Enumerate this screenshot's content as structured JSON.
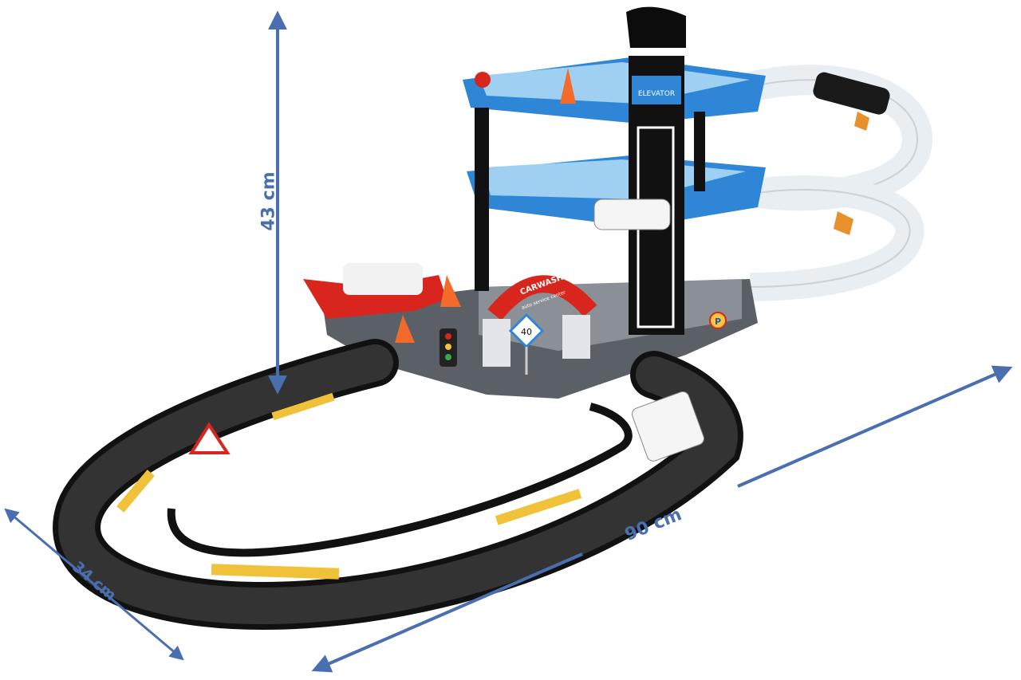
{
  "dimensions": {
    "height": "43 cm",
    "length": "90 cm",
    "depth": "34 cm"
  },
  "signs": {
    "elevator": "ELEVATOR",
    "carwash": "CARWASH",
    "carwash_sub": "auto service center",
    "speed_limit": "40",
    "parking": "P"
  },
  "colors": {
    "arrow": "#4a6fb0",
    "track": "#1a1a1a",
    "deck": "#2f86d6",
    "base": "#5b6066",
    "ramp": "#e9eef2",
    "lift": "#d8261f"
  }
}
